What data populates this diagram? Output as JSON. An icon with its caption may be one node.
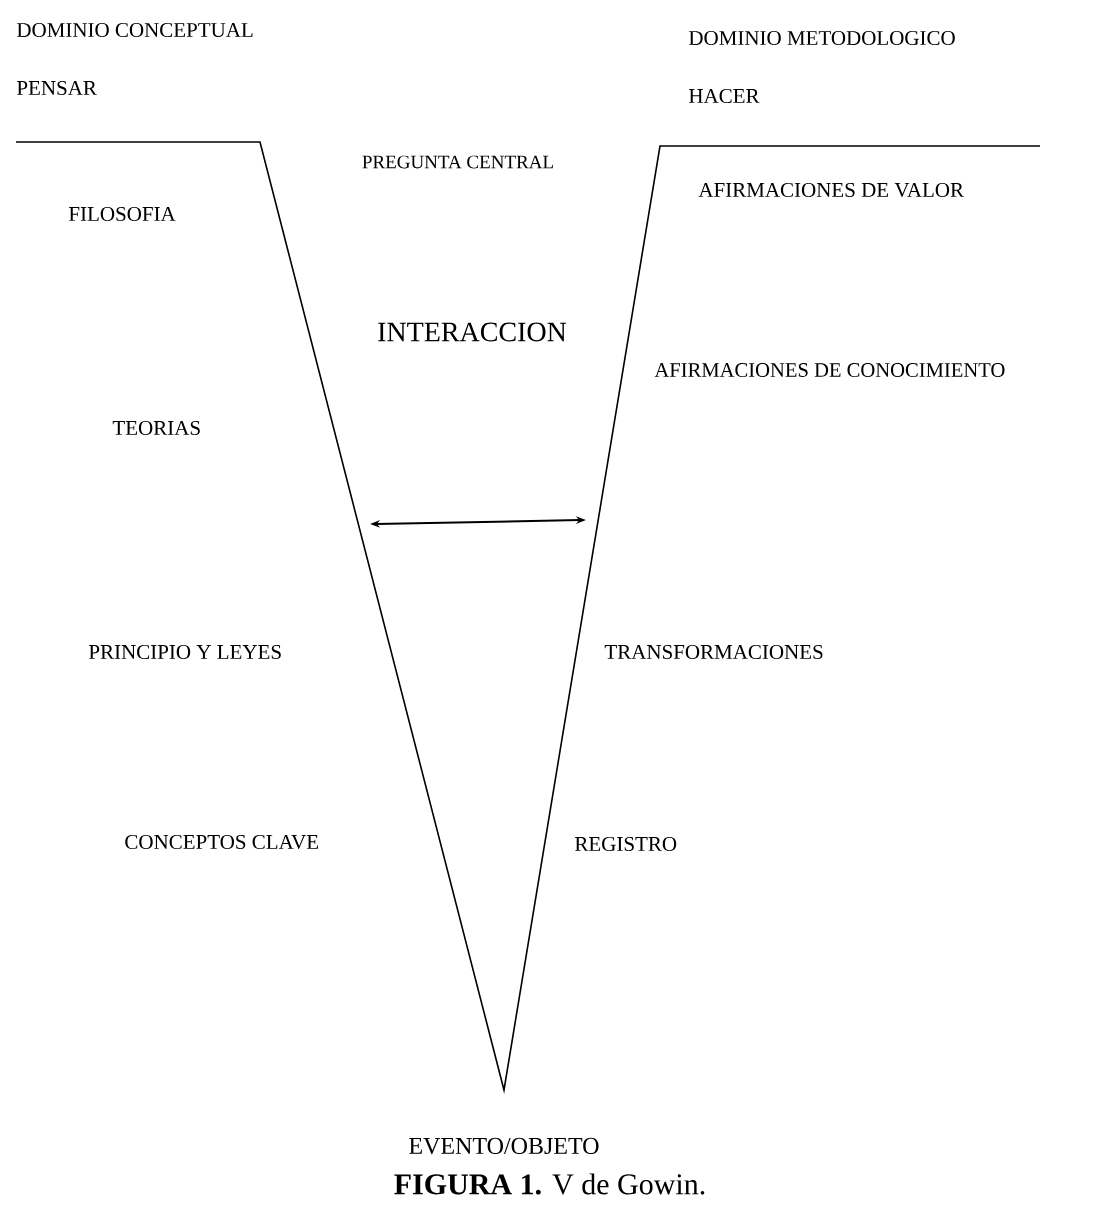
{
  "diagram": {
    "caption": "**FIGURA 1.** V de Gowin.",
    "labels": [
      "DOMINIO CONCEPTUAL",
      "DOMINIO METODOLOGICO",
      "PENSAR",
      "HACER",
      "PREGUNTA CENTRAL",
      "FILOSOFIA",
      "AFIRMACIONES DE VALOR",
      "INTERACCION",
      "AFIRMACIONES DE CONOCIMIENTO",
      "TEORIAS",
      "PRINCIPIO Y LEYES",
      "TRANSFORMACIONES",
      "CONCEPTOS CLAVE",
      "REGISTRO",
      "EVENTO/OBJETO"
    ]
  }
}
